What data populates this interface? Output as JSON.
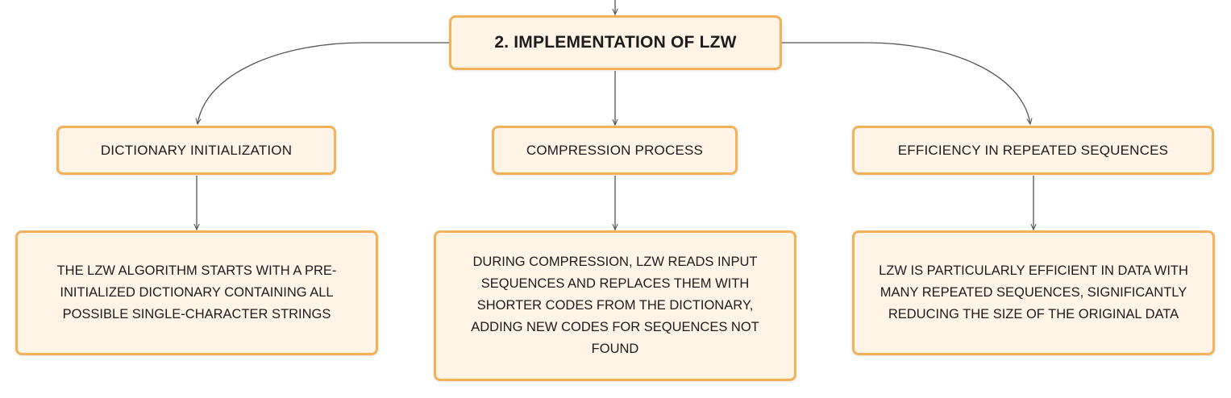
{
  "diagram": {
    "root": {
      "label": "2. IMPLEMENTATION OF LZW"
    },
    "branches": [
      {
        "label": "DICTIONARY INITIALIZATION",
        "detail": "THE LZW ALGORITHM STARTS WITH A PRE-INITIALIZED DICTIONARY CONTAINING ALL POSSIBLE SINGLE-CHARACTER STRINGS"
      },
      {
        "label": "COMPRESSION PROCESS",
        "detail": "DURING COMPRESSION, LZW READS INPUT SEQUENCES AND REPLACES THEM WITH SHORTER CODES FROM THE DICTIONARY, ADDING NEW CODES FOR SEQUENCES NOT FOUND"
      },
      {
        "label": "EFFICIENCY IN REPEATED SEQUENCES",
        "detail": "LZW IS PARTICULARLY EFFICIENT IN DATA WITH MANY REPEATED SEQUENCES, SIGNIFICANTLY REDUCING THE SIZE OF THE ORIGINAL DATA"
      }
    ]
  },
  "colors": {
    "node_fill": "#fff4e6",
    "node_border": "#f3b15a",
    "connector": "#555555",
    "text": "#1c1c1c"
  }
}
